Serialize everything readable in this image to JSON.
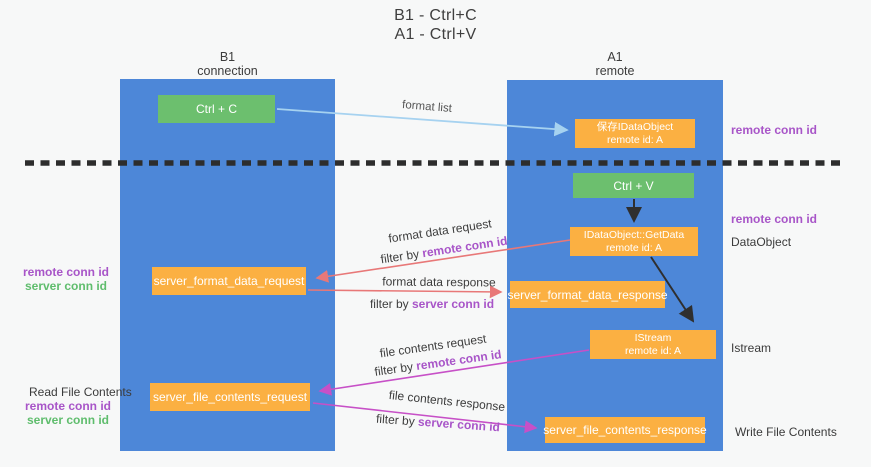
{
  "title": {
    "line1": "B1 - Ctrl+C",
    "line2": "A1 - Ctrl+V"
  },
  "columns": {
    "b1": {
      "title": "B1",
      "subtitle": "connection"
    },
    "a1": {
      "title": "A1",
      "subtitle": "remote"
    }
  },
  "boxes": {
    "ctrl_c": "Ctrl + C",
    "ctrl_v": "Ctrl + V",
    "save_dataobject": {
      "line1": "保存IDataObject",
      "line2": "remote id: A"
    },
    "getdata": {
      "line1": "IDataObject::GetData",
      "line2": "remote id: A"
    },
    "istream": {
      "line1": "IStream",
      "line2": "remote id: A"
    },
    "format_request": "server_format_data_request",
    "format_response": "server_format_data_response",
    "file_request": "server_file_contents_request",
    "file_response": "server_file_contents_response"
  },
  "annotations": {
    "right": {
      "remote_conn_id_top": "remote conn id",
      "remote_conn_id_mid": "remote conn id",
      "dataobject": "DataObject",
      "istream": "Istream",
      "write_file_contents": "Write File Contents"
    },
    "left": {
      "remote_conn_id_mid": "remote conn id",
      "server_conn_id_mid": "server conn id",
      "read_file_contents": "Read File Contents",
      "remote_conn_id_bottom": "remote conn id",
      "server_conn_id_bottom": "server conn id"
    }
  },
  "arrow_labels": {
    "format_list": "format list",
    "format_data_request": "format data request",
    "filter_request_prefix": "filter by ",
    "filter_request_key": "remote conn id",
    "format_data_response": "format data response",
    "filter_response_prefix": "filter by ",
    "filter_response_key": "server conn id",
    "file_contents_request": "file contents request",
    "filter_file_request_prefix": "filter by ",
    "filter_file_request_key": "remote conn id",
    "file_contents_response": "file contents response",
    "filter_file_response_prefix": "filter by ",
    "filter_file_response_key": "server conn id"
  },
  "colors": {
    "bg": "#f7f8f8",
    "column_blue": "#4d87d8",
    "box_orange": "#fbb042",
    "box_green": "#6cbf6e",
    "arrow_red": "#e87878",
    "arrow_magenta": "#c750c7",
    "arrow_lightblue": "#a6d2f0",
    "arrow_black": "#2f2f2f",
    "text_purple": "#a855c8",
    "text_green": "#5fbd6d",
    "dash_color": "#2d2d2d"
  }
}
